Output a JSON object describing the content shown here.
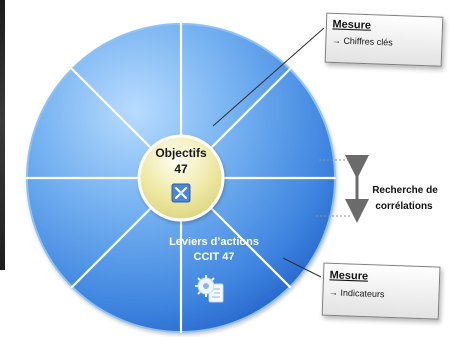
{
  "center": {
    "line1": "Objectifs",
    "line2": "47"
  },
  "levers": {
    "line1": "Leviers d’actions",
    "line2": "CCIT 47"
  },
  "measure_top": {
    "title": "Mesure",
    "item": "→ Chiffres clés"
  },
  "measure_bottom": {
    "title": "Mesure",
    "item": "→ Indicateurs"
  },
  "correlation": {
    "line1": "Recherche de",
    "line2": "corrélations"
  },
  "colors": {
    "disk_light": "#8ec2f2",
    "disk_dark": "#1f63c9",
    "center_light": "#ffffd6",
    "center_dark": "#d8d370",
    "text_white": "#ffffff",
    "text_dark": "#111111"
  }
}
